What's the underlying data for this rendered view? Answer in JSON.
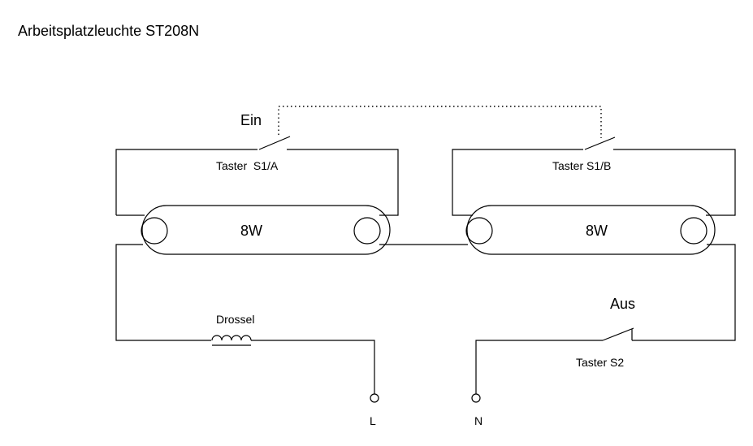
{
  "title": "Arbeitsplatzleuchte ST208N",
  "labels": {
    "ein": "Ein",
    "aus": "Aus",
    "taster_s1a": "Taster  S1/A",
    "taster_s1b": "Taster S1/B",
    "taster_s2": "Taster S2",
    "drossel": "Drossel",
    "lamp_left": "8W",
    "lamp_right": "8W",
    "terminal_l": "L",
    "terminal_n": "N"
  },
  "colors": {
    "ink": "#000000",
    "background": "#ffffff"
  }
}
